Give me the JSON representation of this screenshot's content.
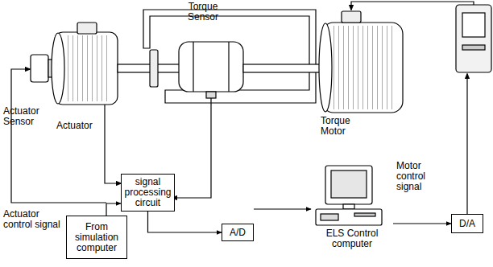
{
  "diagram": {
    "nodes": [
      {
        "text": [
          "signal processing circuit"
        ]
      },
      {
        "text": [
          "A/D"
        ]
      },
      {
        "text": [
          "ELS Control computer"
        ]
      },
      {
        "text": [
          "D/A"
        ]
      },
      {
        "text": [
          "From simulation computer"
        ]
      }
    ],
    "edges": [
      {
        "from": 0,
        "to": 1,
        "arrow": "to"
      },
      {
        "from": 1,
        "to": 2,
        "arrow": "to"
      },
      {
        "from": 2,
        "to": 3,
        "arrow": "to"
      },
      {
        "from": 4,
        "to": 0,
        "arrow": "to"
      }
    ],
    "labels": [
      "Torque Sensor",
      "Actuator Sensor",
      "Actuator",
      "Torque Motor",
      "Actuator control signal",
      "Motor control signal"
    ]
  }
}
